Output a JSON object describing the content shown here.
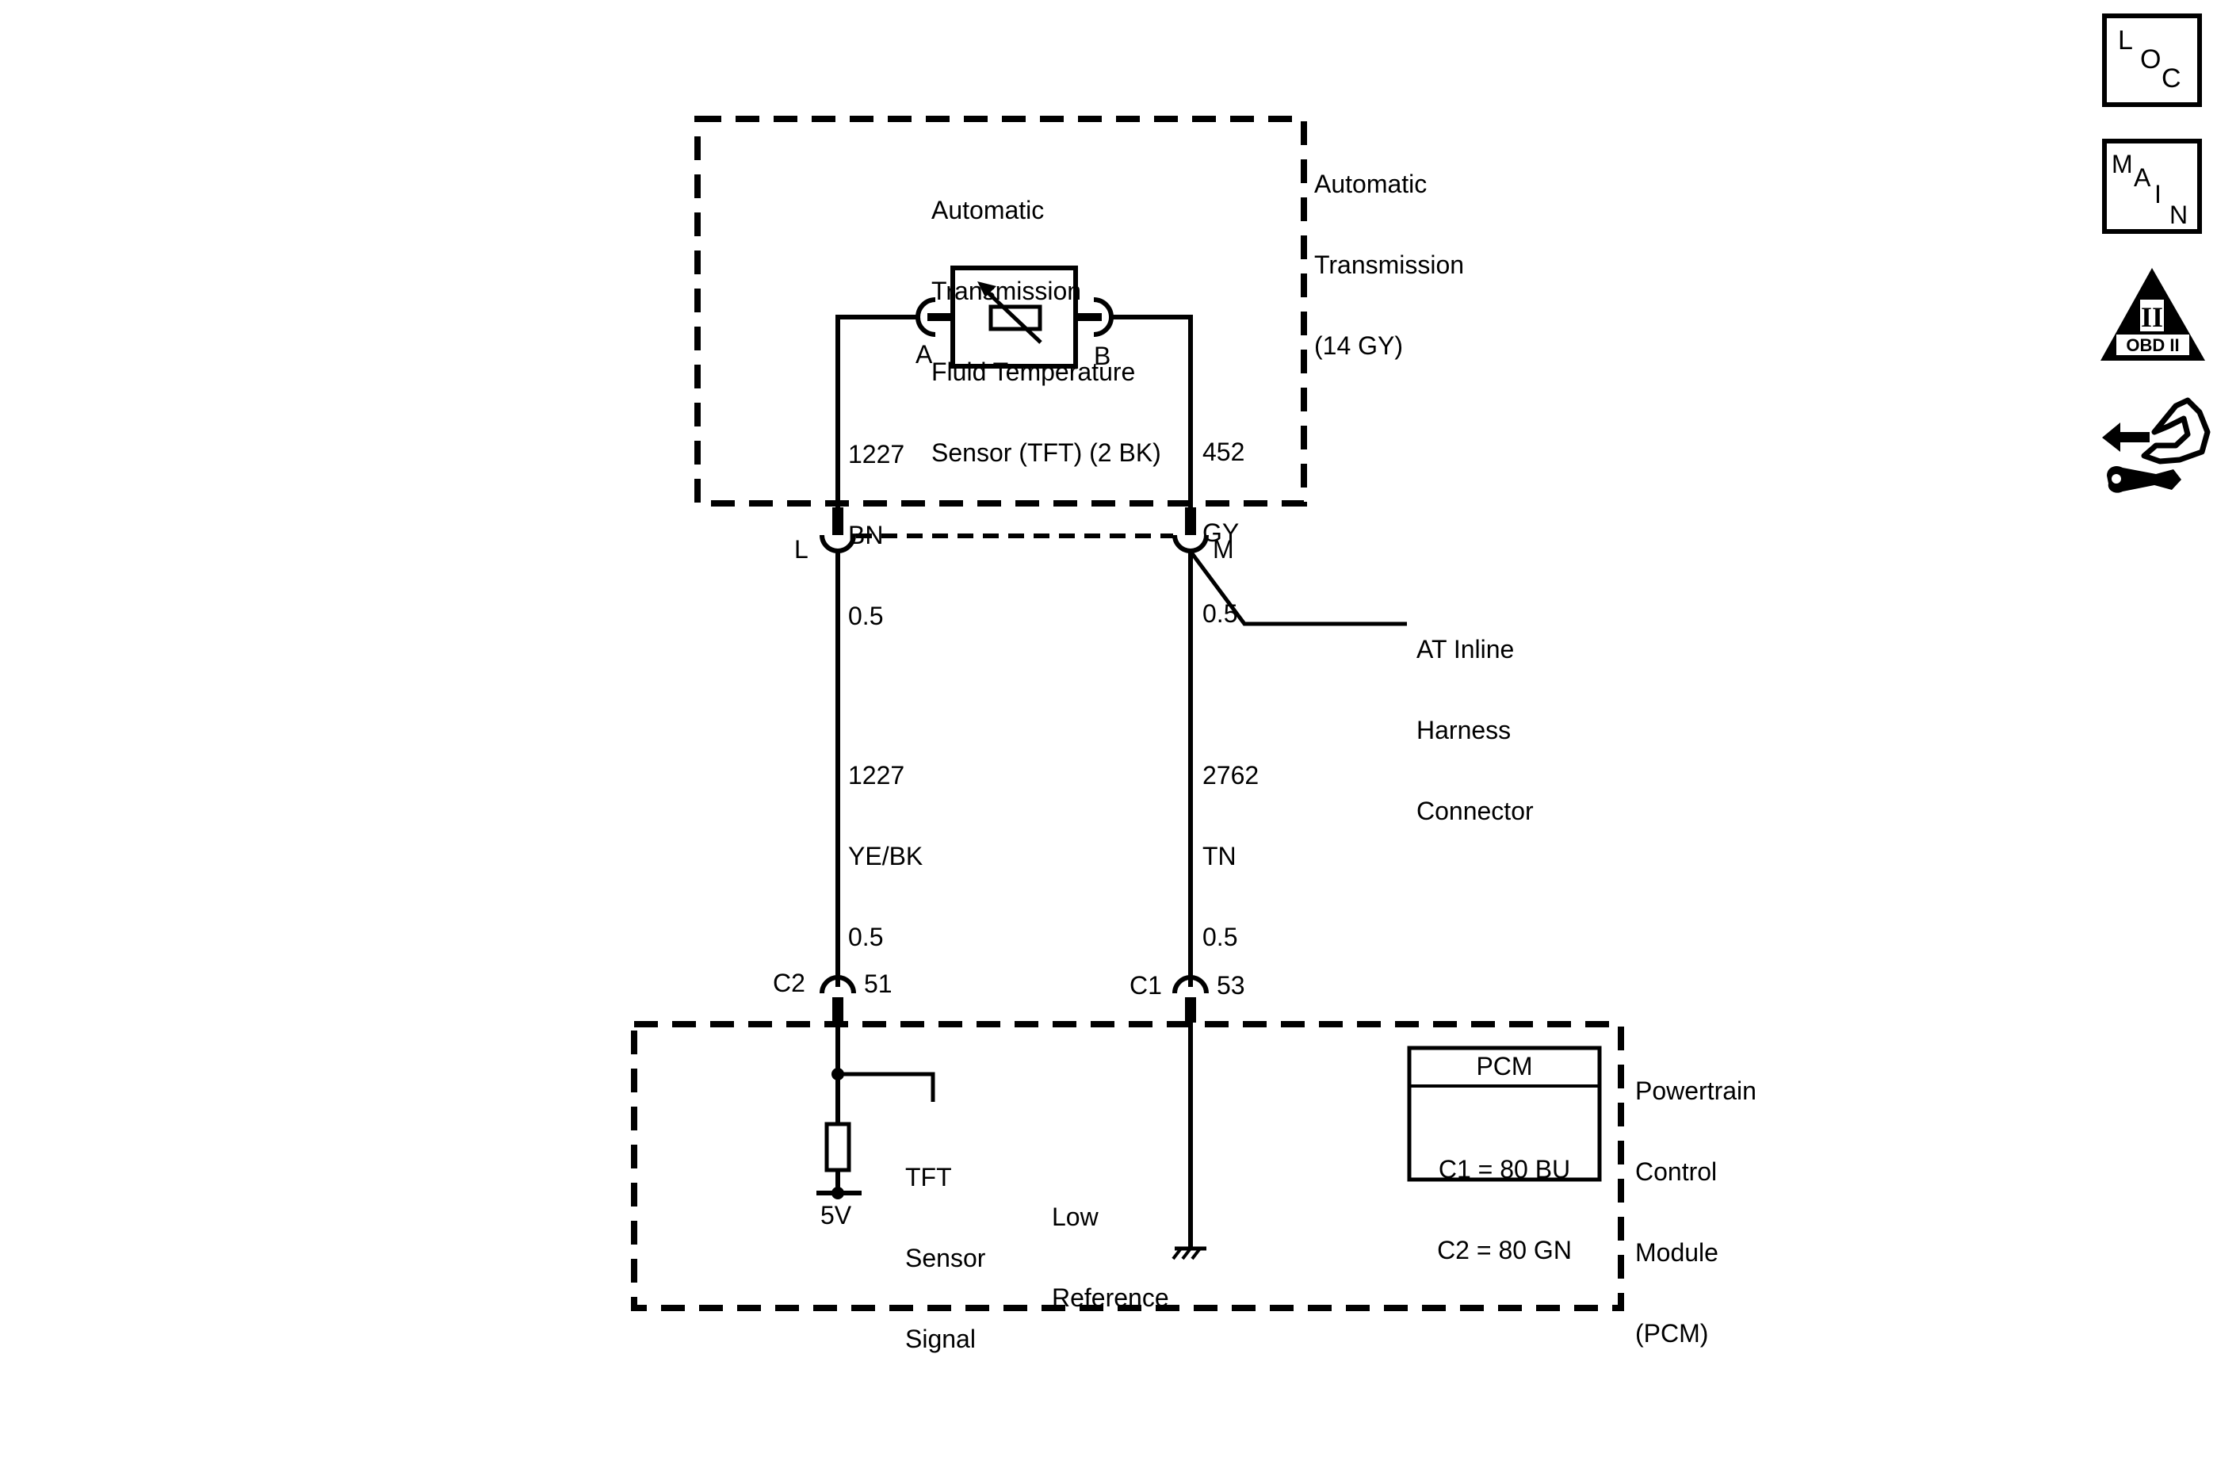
{
  "sensor": {
    "title_lines": [
      "Automatic",
      "Transmission",
      "Fluid Temperature",
      "Sensor (TFT) (2 BK)"
    ],
    "pin_a": "A",
    "pin_b": "B"
  },
  "transmission": {
    "label_lines": [
      "Automatic",
      "Transmission",
      "(14 GY)"
    ]
  },
  "wire_upper_left": {
    "circuit": "1227",
    "color": "BN",
    "gauge": "0.5"
  },
  "wire_upper_right": {
    "circuit": "452",
    "color": "GY",
    "gauge": "0.5"
  },
  "inline_connector": {
    "pin_left": "L",
    "pin_right": "M",
    "label_lines": [
      "AT Inline",
      "Harness",
      "Connector"
    ]
  },
  "wire_lower_left": {
    "circuit": "1227",
    "color": "YE/BK",
    "gauge": "0.5"
  },
  "wire_lower_right": {
    "circuit": "2762",
    "color": "TN",
    "gauge": "0.5"
  },
  "pcm_connectors": {
    "left_connector": "C2",
    "left_pin": "51",
    "right_connector": "C1",
    "right_pin": "53"
  },
  "pcm": {
    "label_lines": [
      "Powertrain",
      "Control",
      "Module",
      "(PCM)"
    ],
    "box_title": "PCM",
    "box_lines": [
      "C1 = 80 BU",
      "C2 = 80 GN"
    ],
    "signal_lines": [
      "TFT",
      "Sensor",
      "Signal"
    ],
    "supply": "5V",
    "low_ref_lines": [
      "Low",
      "Reference"
    ]
  },
  "nav": {
    "loc": {
      "letters": [
        "L",
        "O",
        "C"
      ],
      "icon": "location-icon"
    },
    "main": {
      "letters": [
        "M",
        "A",
        "I",
        "N"
      ],
      "icon": "main-icon"
    },
    "obd": {
      "roman": "II",
      "text": "OBD II",
      "icon": "obd-ii-warning-icon"
    },
    "repair": {
      "icon": "connector-repair-icon"
    }
  }
}
